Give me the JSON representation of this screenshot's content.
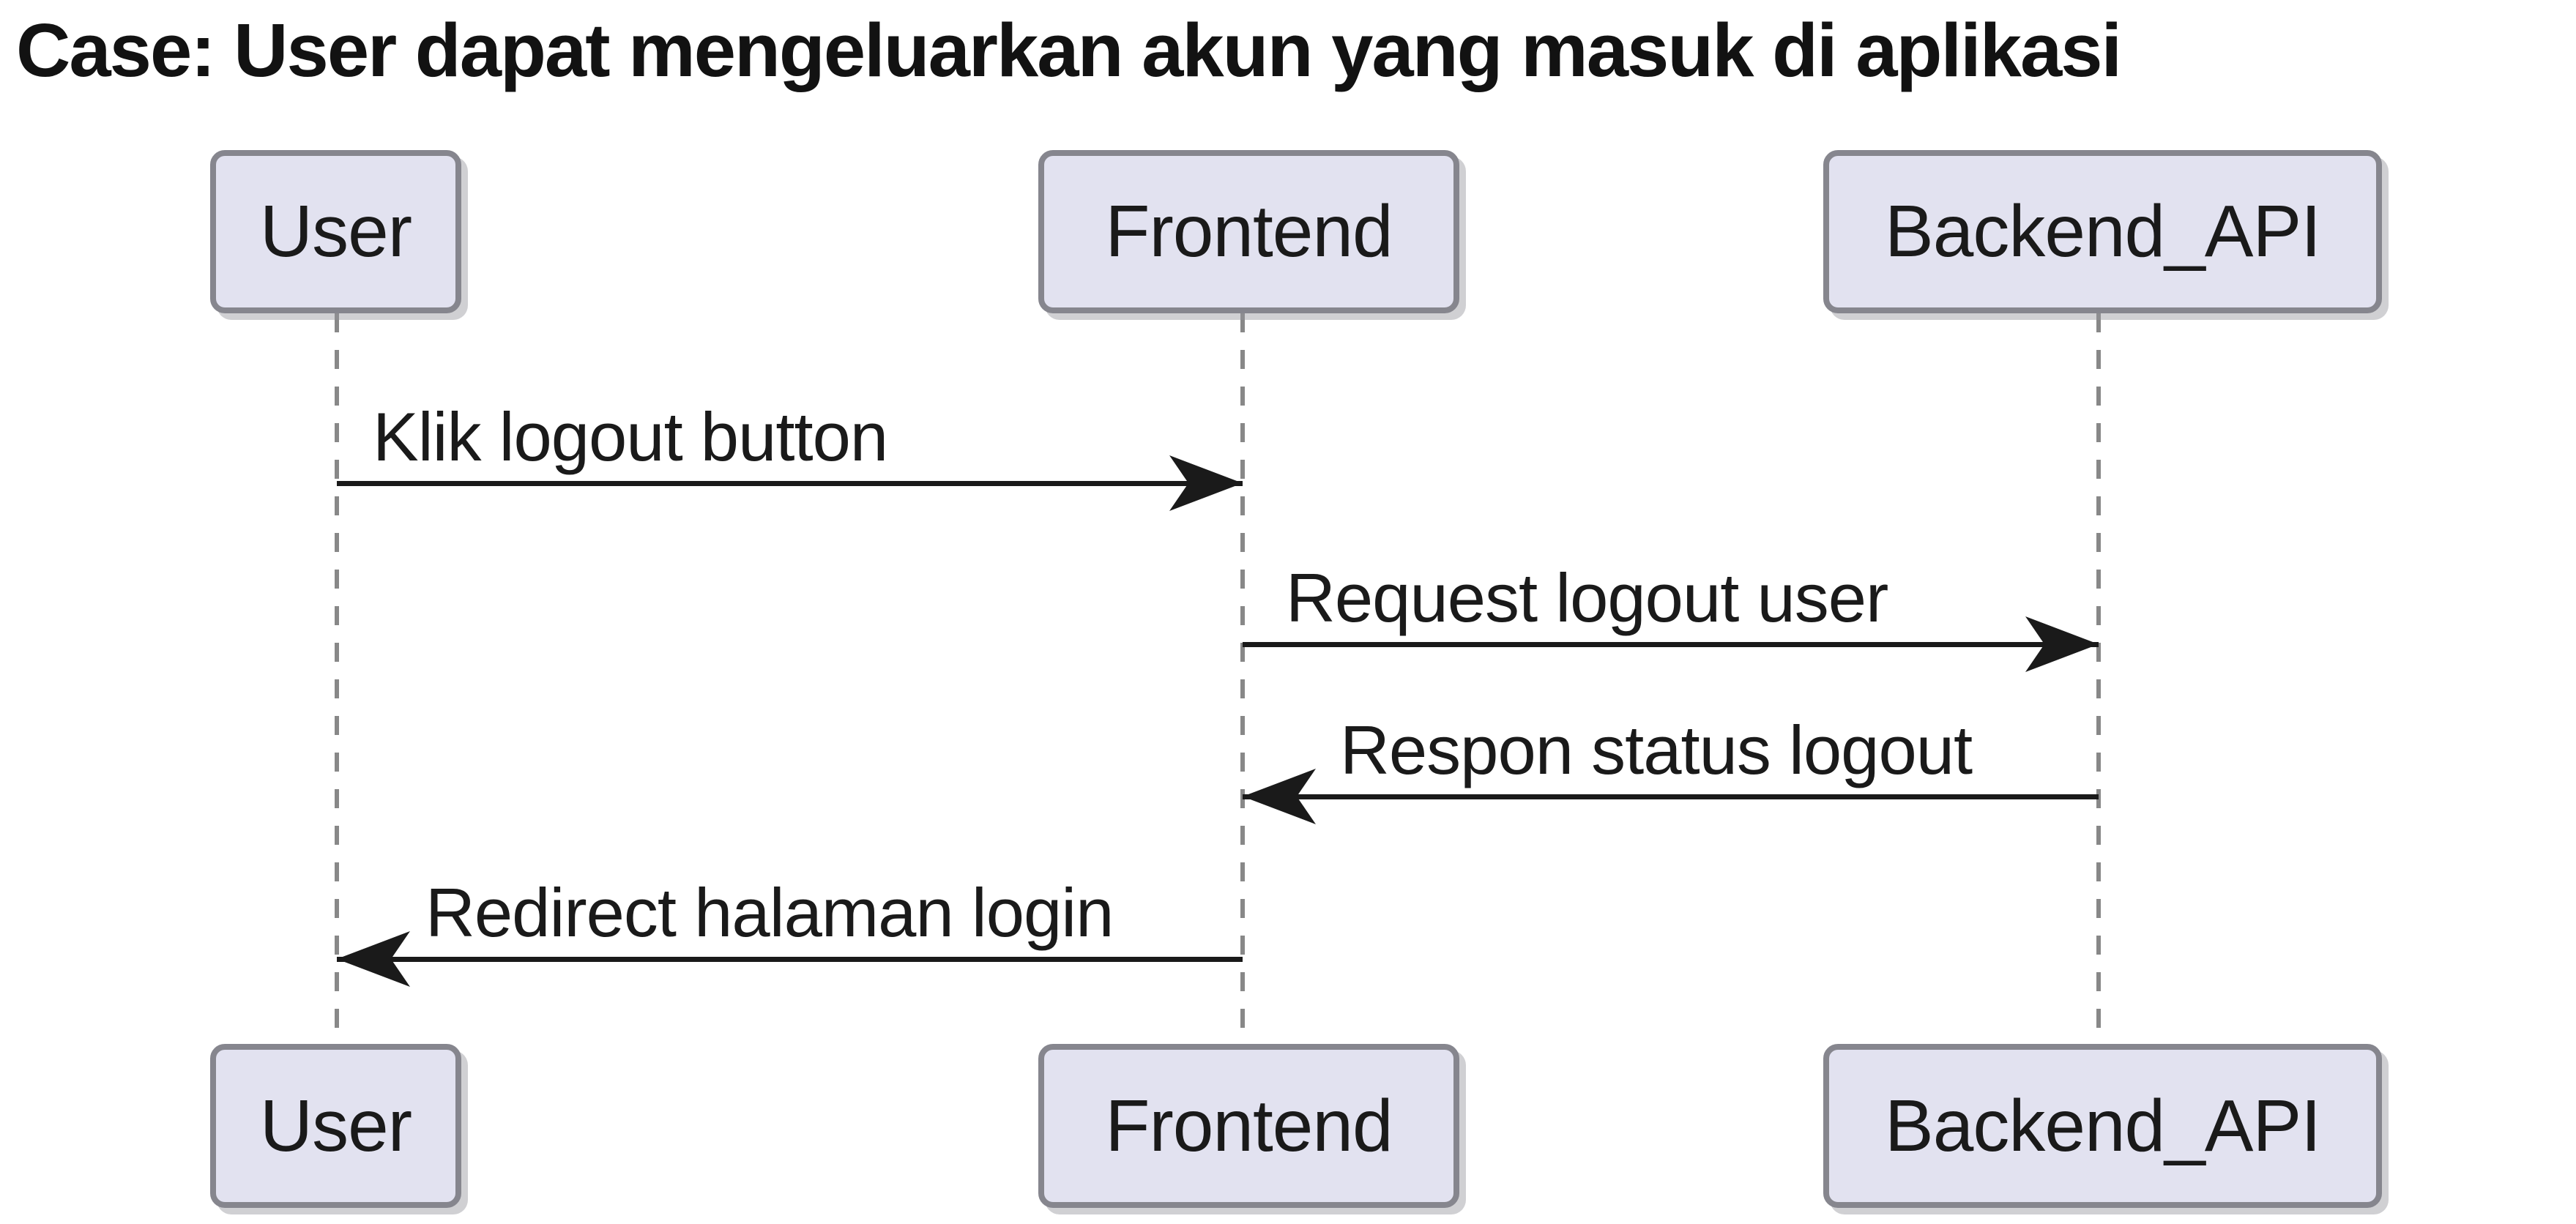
{
  "title": "Case: User dapat mengeluarkan akun yang masuk di aplikasi",
  "diagram": {
    "type": "sequence",
    "participants": [
      {
        "name": "User"
      },
      {
        "name": "Frontend"
      },
      {
        "name": "Backend_API"
      }
    ],
    "messages": [
      {
        "from": "User",
        "to": "Frontend",
        "label": "Klik logout button",
        "direction": "right"
      },
      {
        "from": "Frontend",
        "to": "Backend_API",
        "label": "Request logout user",
        "direction": "right"
      },
      {
        "from": "Backend_API",
        "to": "Frontend",
        "label": "Respon status logout",
        "direction": "left"
      },
      {
        "from": "Frontend",
        "to": "User",
        "label": "Redirect halaman login",
        "direction": "left"
      }
    ],
    "colors": {
      "background": "#ffffff",
      "participant_fill": "#e2e2f0",
      "participant_border": "#86868e",
      "lifeline": "#888888",
      "arrow": "#1a1a1a",
      "text": "#1a1a1a"
    }
  }
}
